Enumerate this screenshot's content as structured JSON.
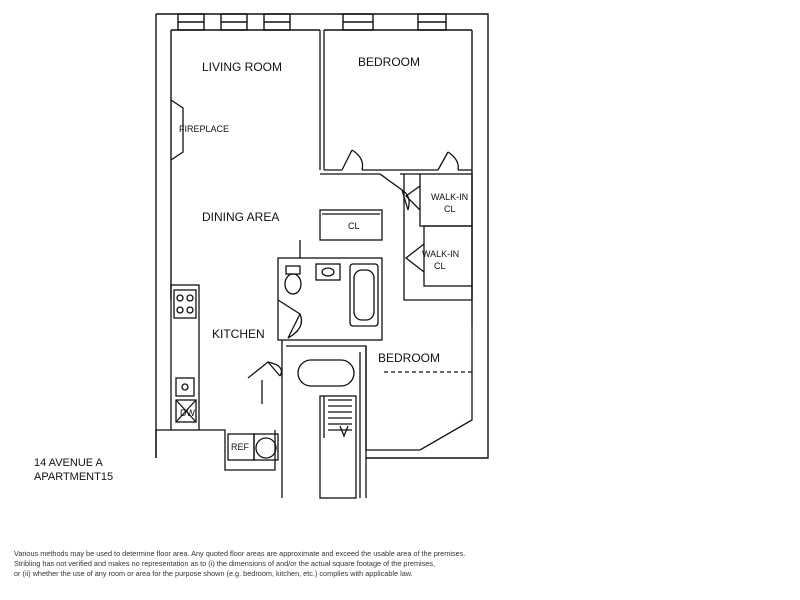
{
  "rooms": {
    "living_room": "LIVING ROOM",
    "bedroom_1": "BEDROOM",
    "fireplace": "FIREPLACE",
    "dining_area": "DINING AREA",
    "closet": "CL",
    "walk_in_1_line1": "WALK-IN",
    "walk_in_1_line2": "CL",
    "walk_in_2_line1": "WALK-IN",
    "walk_in_2_line2": "CL",
    "kitchen": "KITCHEN",
    "bedroom_2": "BEDROOM",
    "dishwasher": "DW",
    "refrigerator": "REF"
  },
  "address": {
    "line1": "14 AVENUE A",
    "line2": "APARTMENT15"
  },
  "disclaimer": {
    "line1": "Various methods may be used to determine floor area.  Any quoted floor areas are approximate and exceed the usable area of the premises.",
    "line2": "Stribling has not verified and makes no representation as to (i) the dimensions of and/or the actual square footage of the premises,",
    "line3": "or (ii) whether the use of any room or area for the purpose shown (e.g. bedroom, kitchen, etc.) complies with applicable law."
  }
}
